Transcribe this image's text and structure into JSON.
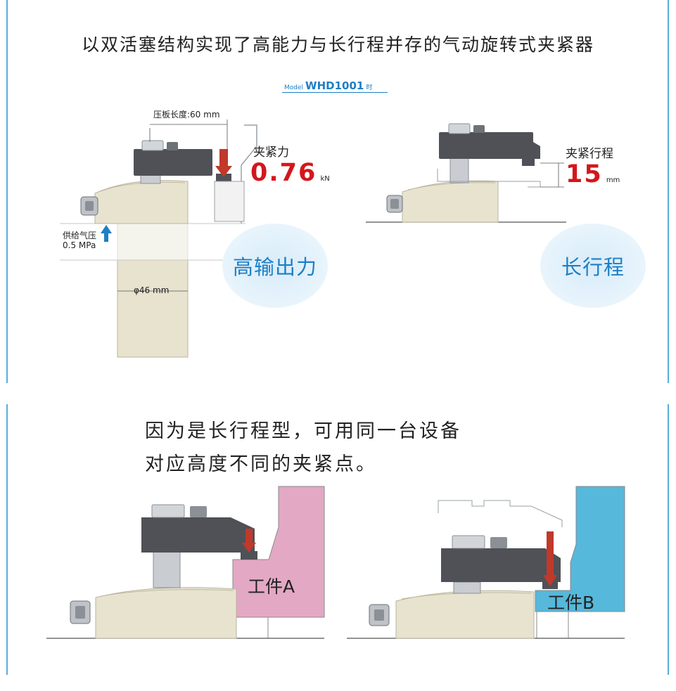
{
  "headline": "以双活塞结构实现了高能力与长行程并存的气动旋转式夹紧器",
  "model": {
    "prefix": "Model",
    "name": "WHD1001",
    "suffix": "时"
  },
  "high_output": {
    "plate_length_label": "压板长度:60 mm",
    "force_label": "夹紧力",
    "force_value": "0.76",
    "force_unit": "kN",
    "pressure_label": "供给气压",
    "pressure_value": "0.5 MPa",
    "diameter_label": "φ46 mm",
    "bubble": "高输出力"
  },
  "long_stroke": {
    "stroke_label": "夹紧行程",
    "stroke_value": "15",
    "stroke_unit": "mm",
    "bubble": "长行程"
  },
  "subheading": {
    "line1": "因为是长行程型，可用同一台设备",
    "line2": "对应高度不同的夹紧点。"
  },
  "workpieces": {
    "a": "工件A",
    "b": "工件B"
  },
  "colors": {
    "accent_blue": "#1d7fc5",
    "border_blue": "#5aaed8",
    "highlight_red": "#d4161d",
    "arrow_red": "#c0392b",
    "workpiece_a": "#e3a8c4",
    "workpiece_b": "#56b8db",
    "clamp_arm": "#4f5156",
    "body_cream": "#e7e3cf"
  }
}
